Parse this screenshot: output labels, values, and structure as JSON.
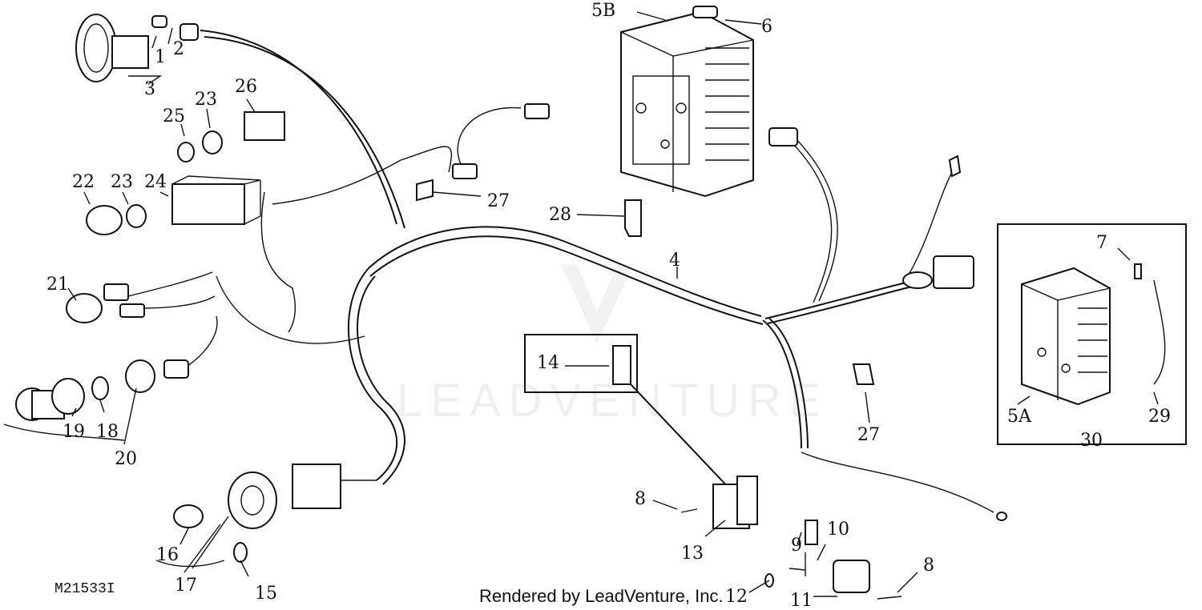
{
  "diagram": {
    "figure_code": "M21533I",
    "credit": "Rendered by LeadVenture, Inc.",
    "watermark": "LEADVENTURE",
    "callouts": [
      "1",
      "2",
      "3",
      "4",
      "5B",
      "6",
      "7",
      "8",
      "8",
      "9",
      "10",
      "11",
      "12",
      "13",
      "14",
      "15",
      "16",
      "17",
      "18",
      "19",
      "20",
      "21",
      "22",
      "23",
      "23",
      "24",
      "25",
      "26",
      "27",
      "27",
      "28",
      "29",
      "30",
      "5A"
    ]
  }
}
